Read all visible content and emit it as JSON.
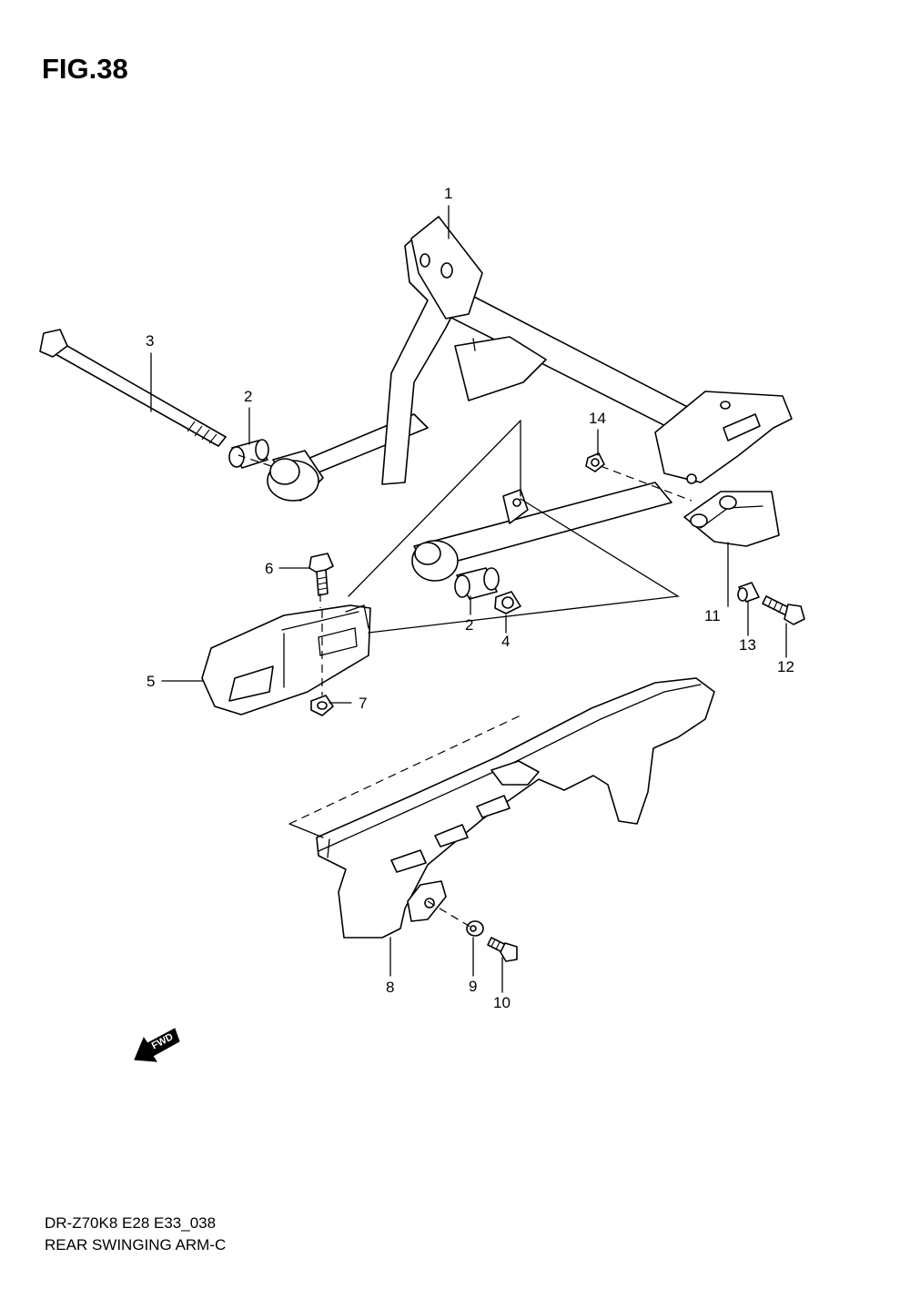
{
  "figure": {
    "title": "FIG.38",
    "model_code": "DR-Z70K8 E28 E33_038",
    "caption": "REAR SWINGING ARM-C"
  },
  "direction_badge": {
    "text": "FWD"
  },
  "callouts": [
    {
      "number": "1"
    },
    {
      "number": "2"
    },
    {
      "number": "3"
    },
    {
      "number": "2"
    },
    {
      "number": "4"
    },
    {
      "number": "5"
    },
    {
      "number": "6"
    },
    {
      "number": "7"
    },
    {
      "number": "8"
    },
    {
      "number": "9"
    },
    {
      "number": "10"
    },
    {
      "number": "11"
    },
    {
      "number": "12"
    },
    {
      "number": "13"
    },
    {
      "number": "14"
    }
  ]
}
